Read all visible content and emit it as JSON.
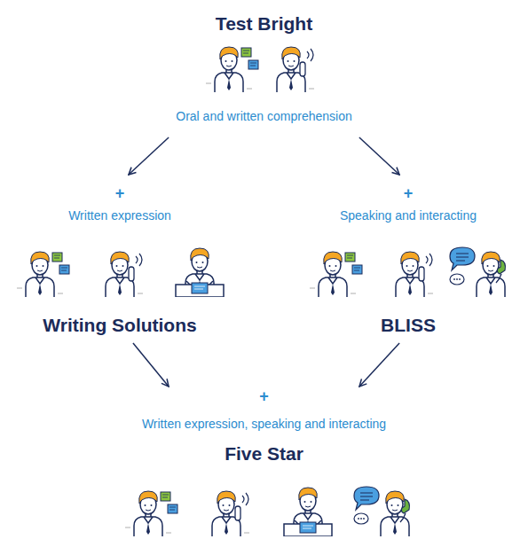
{
  "diagram": {
    "nodes": [
      {
        "text": [
          "Test Bright",
          "Oral and written comprehension"
        ]
      },
      {
        "text": [
          "+",
          "Written expression",
          "Writing Solutions"
        ]
      },
      {
        "text": [
          "+",
          "Speaking and interacting",
          "BLISS"
        ]
      },
      {
        "text": [
          "+",
          "Written expression, speaking and interacting",
          "Five Star"
        ]
      }
    ],
    "edges": [
      {
        "from": 0,
        "to": 1,
        "arrow": "to"
      },
      {
        "from": 0,
        "to": 2,
        "arrow": "to"
      },
      {
        "from": 1,
        "to": 3,
        "arrow": "to"
      },
      {
        "from": 2,
        "to": 3,
        "arrow": "to"
      }
    ]
  }
}
